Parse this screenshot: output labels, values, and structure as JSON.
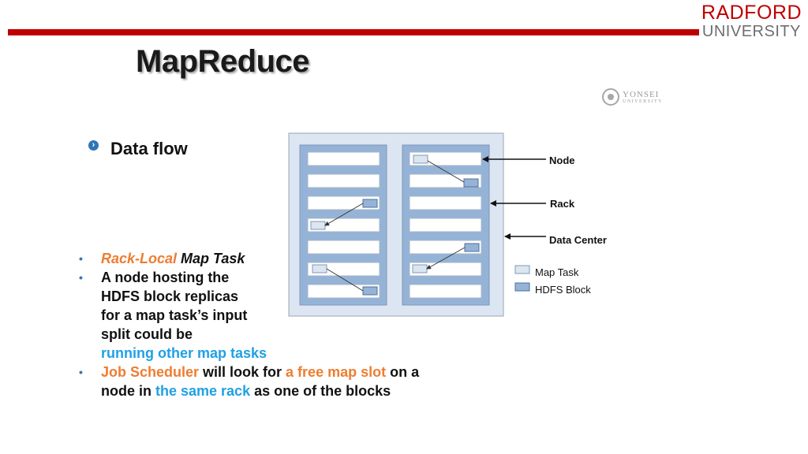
{
  "header": {
    "title": "MapReduce",
    "logo_top": "RADFORD",
    "logo_bottom": "UNIVERSITY",
    "secondary_logo": {
      "name": "YONSEI",
      "sub": "UNIVERSITY"
    }
  },
  "section": {
    "label": "Data flow"
  },
  "diagram_labels": {
    "node": "Node",
    "rack": "Rack",
    "data_center": "Data Center",
    "legend_map_task": "Map Task",
    "legend_hdfs_block": "HDFS Block"
  },
  "bullets": {
    "b1_part1": "Rack-Local",
    "b1_part2": " Map Task",
    "b2_part1": "A node hosting the HDFS block replicas for a map task’s input split could be ",
    "b2_part2": "running other map tasks",
    "b3_part1": "Job Scheduler",
    "b3_part2": " will look for ",
    "b3_part3": "a free map slot",
    "b3_part4": " on a node in ",
    "b3_part5": "the same rack",
    "b3_part6": " as one of the blocks"
  },
  "colors": {
    "accent_red": "#c00000",
    "orange": "#ed7d31",
    "blue": "#1fa0e6",
    "rack_fill": "#95b3d7",
    "block_fill": "#95b3d7",
    "map_task_fill": "#dce6f0"
  }
}
